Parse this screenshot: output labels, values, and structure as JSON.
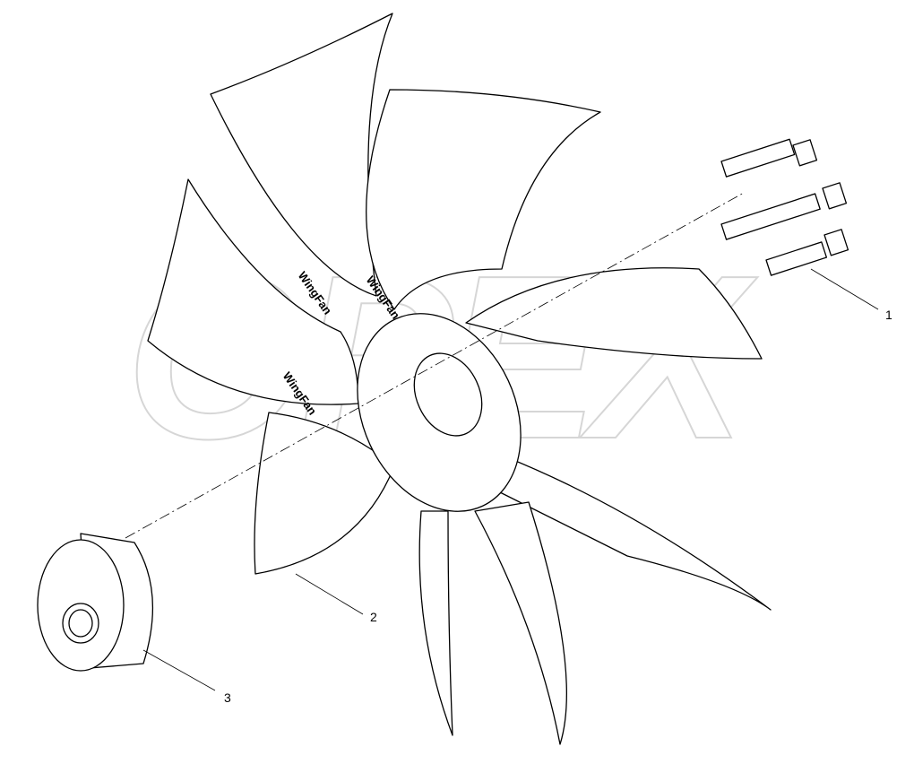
{
  "watermark": "OPEX",
  "callouts": [
    {
      "label": "1",
      "part": "bolts"
    },
    {
      "label": "2",
      "part": "fan"
    },
    {
      "label": "3",
      "part": "spacer"
    }
  ],
  "blade_text": "WingFan",
  "colors": {
    "line": "#000000",
    "watermark": "#d6d6d6"
  }
}
